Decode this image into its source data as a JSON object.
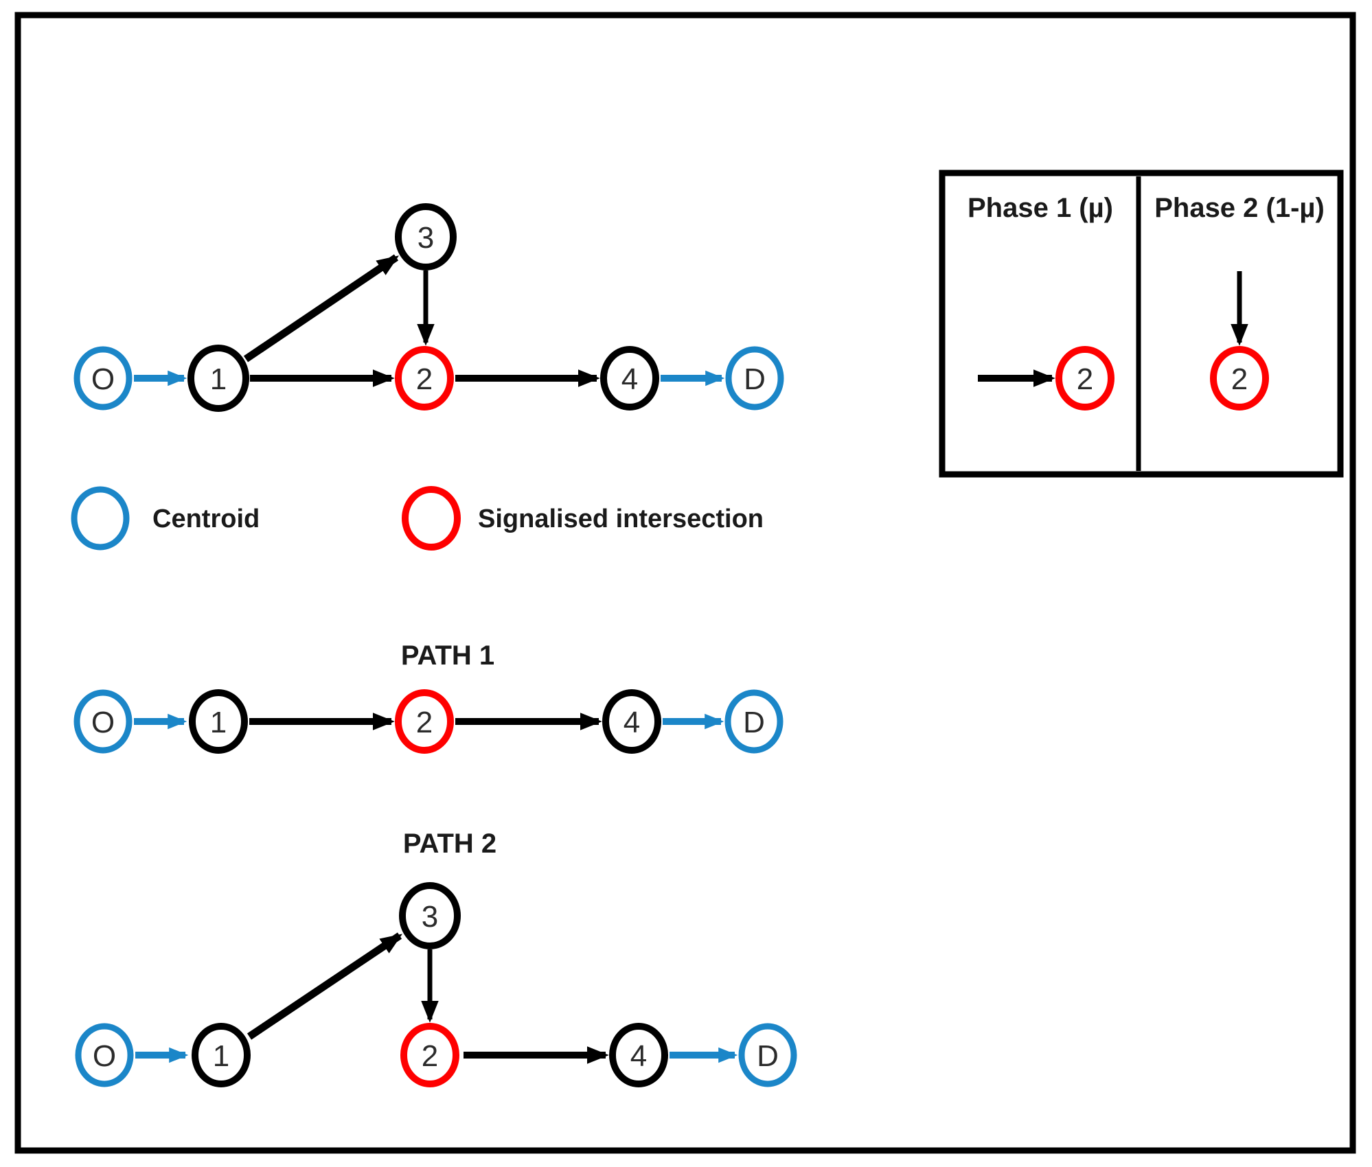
{
  "figure": {
    "kind": "traffic-network-diagram",
    "background": "#ffffff"
  },
  "colors": {
    "centroid_blue": "#1b86c8",
    "signal_red": "#fe0000",
    "edge_black": "#000000",
    "frame_black": "#000000"
  },
  "diagrams": {
    "network": {
      "nodes": {
        "origin": "O",
        "n1": "1",
        "n2": "2",
        "n3": "3",
        "n4": "4",
        "dest": "D"
      },
      "edges": [
        "O→1",
        "1→3",
        "1→2",
        "3→2",
        "2→4",
        "4→D"
      ]
    },
    "path1": {
      "title": "PATH 1",
      "nodes": {
        "origin": "O",
        "n1": "1",
        "n2": "2",
        "n4": "4",
        "dest": "D"
      },
      "edges": [
        "O→1",
        "1→2",
        "2→4",
        "4→D"
      ]
    },
    "path2": {
      "title": "PATH 2",
      "nodes": {
        "origin": "O",
        "n1": "1",
        "n3": "3",
        "n2": "2",
        "n4": "4",
        "dest": "D"
      },
      "edges": [
        "O→1",
        "1→3",
        "3→2",
        "2→4",
        "4→D"
      ]
    }
  },
  "legend": {
    "centroid_label": "Centroid",
    "signal_label": "Signalised intersection"
  },
  "phase_box": {
    "phase1_header": "Phase 1 (µ)",
    "phase2_header": "Phase 2 (1-µ)",
    "phase1_node": "2",
    "phase2_node": "2"
  }
}
